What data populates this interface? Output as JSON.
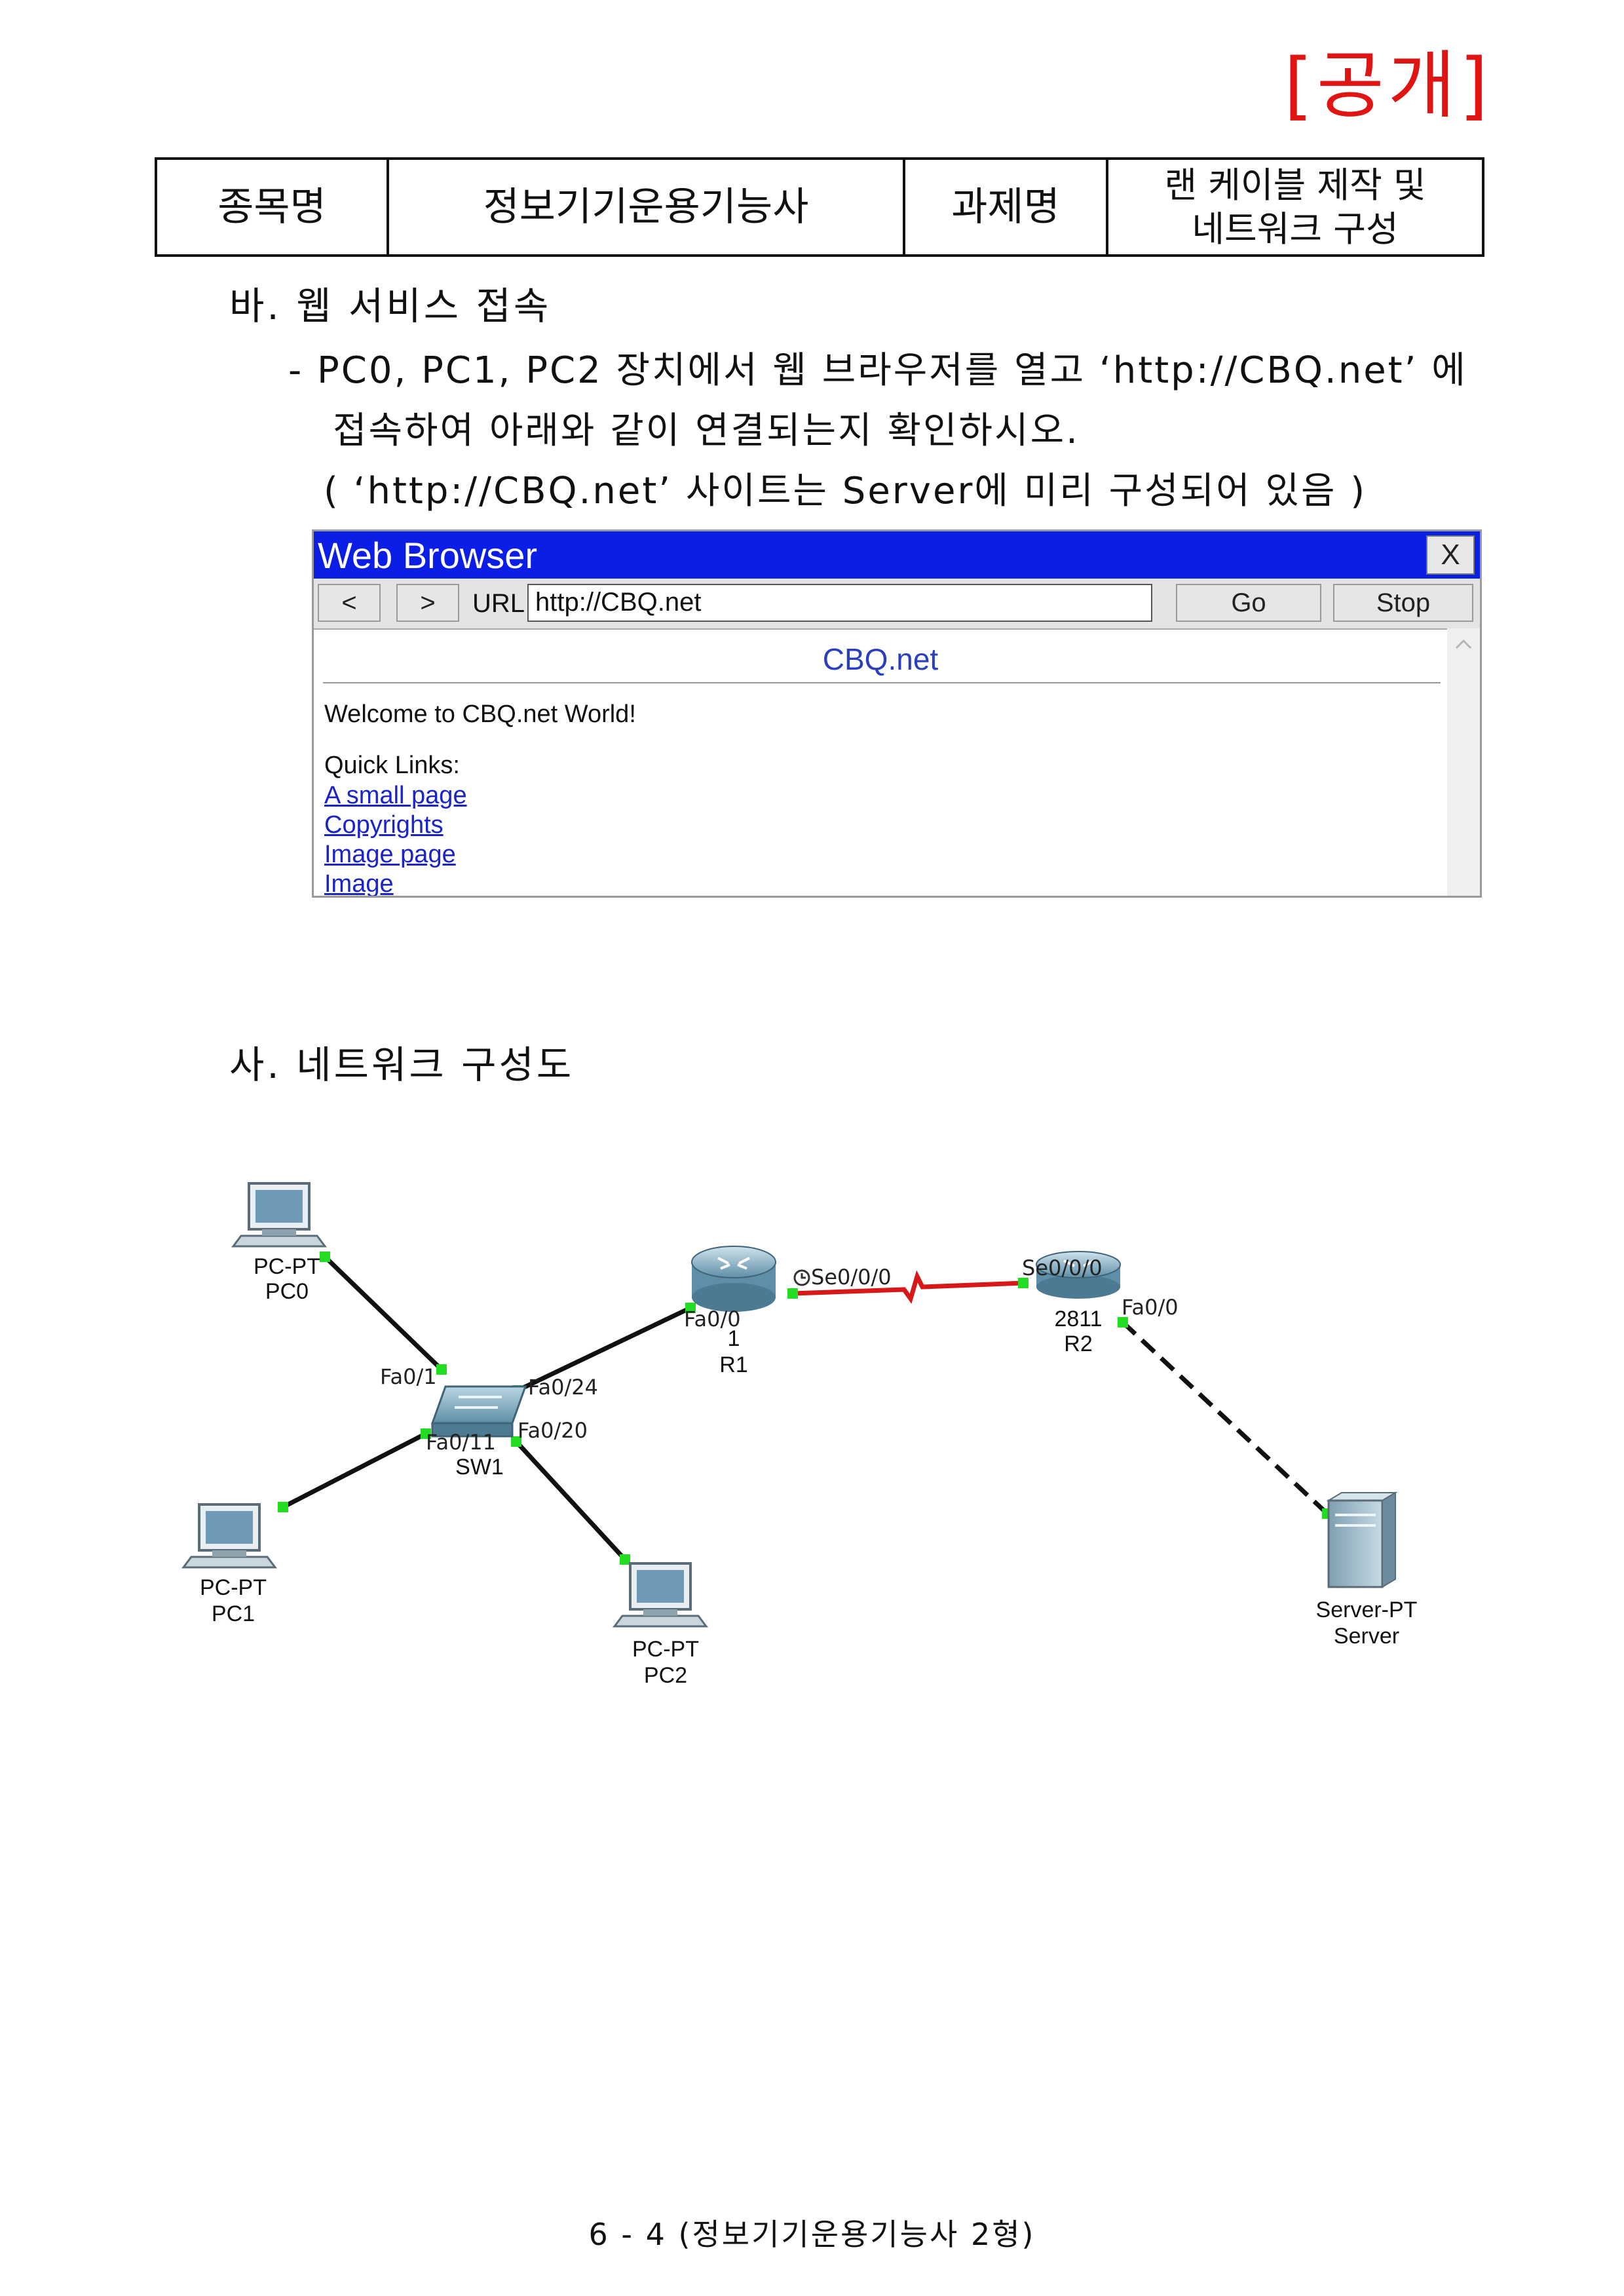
{
  "public_label": "[공개]",
  "header": {
    "col1_label": "종목명",
    "col1_value": "정보기기운용기능사",
    "col2_label": "과제명",
    "col2_value_line1": "랜 케이블 제작 및",
    "col2_value_line2": "네트워크 구성"
  },
  "section_ba": {
    "heading": "바. 웹 서비스 접속",
    "line1": "- PC0, PC1, PC2 장치에서 웹 브라우저를 열고 ‘http://CBQ.net’ 에",
    "line2": "접속하여 아래와 같이 연결되는지 확인하시오.",
    "line3": "( ‘http://CBQ.net’ 사이트는 Server에 미리 구성되어 있음 )"
  },
  "browser": {
    "title": "Web Browser",
    "close": "X",
    "back": "<",
    "forward": ">",
    "url_label": "URL",
    "url_value": "http://CBQ.net",
    "go": "Go",
    "stop": "Stop",
    "page_title": "CBQ.net",
    "welcome": "Welcome to CBQ.net World!",
    "quick_links": "Quick Links:",
    "links": [
      "A small page",
      "Copyrights",
      "Image page",
      "Image"
    ]
  },
  "section_sa": {
    "heading": "사. 네트워크 구성도"
  },
  "diagram": {
    "pc0": {
      "type": "PC-PT",
      "name": "PC0"
    },
    "pc1": {
      "type": "PC-PT",
      "name": "PC1"
    },
    "pc2": {
      "type": "PC-PT",
      "name": "PC2"
    },
    "sw1": {
      "name": "SW1"
    },
    "r1": {
      "model": "1",
      "name": "R1"
    },
    "r2": {
      "model": "2811",
      "name": "R2"
    },
    "server": {
      "type": "Server-PT",
      "name": "Server"
    },
    "ports": {
      "sw_fa01": "Fa0/1",
      "sw_fa024": "Fa0/24",
      "sw_fa011": "Fa0/11",
      "sw_fa020": "Fa0/20",
      "r1_fa00": "Fa0/0",
      "r1_se000": "Se0/0/0",
      "r2_se000": "Se0/0/0",
      "r2_fa00": "Fa0/0"
    },
    "colors": {
      "serial_link": "#d81818",
      "link_up": "#22dd22",
      "straight_link": "#111111"
    }
  },
  "footer": "6 - 4 (정보기기운용기능사 2형)"
}
